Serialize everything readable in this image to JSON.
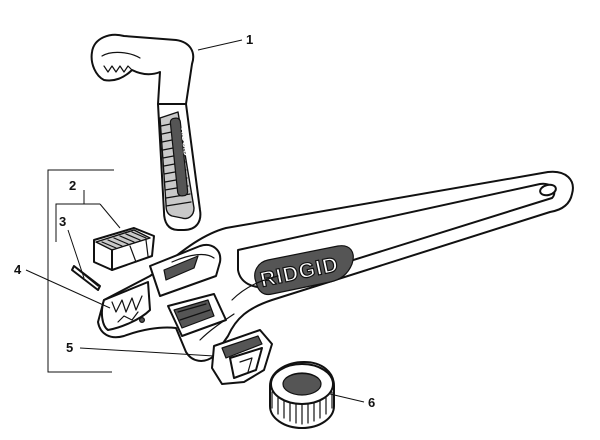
{
  "figure": {
    "brand_marking": "RIDGID",
    "callouts": [
      {
        "id": "1",
        "label": "1"
      },
      {
        "id": "2",
        "label": "2"
      },
      {
        "id": "3",
        "label": "3"
      },
      {
        "id": "4",
        "label": "4"
      },
      {
        "id": "5",
        "label": "5"
      },
      {
        "id": "6",
        "label": "6"
      }
    ]
  }
}
